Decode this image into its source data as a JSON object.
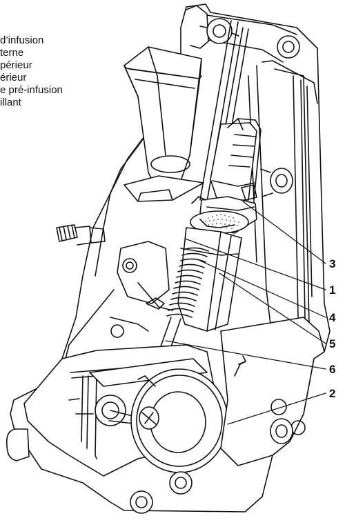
{
  "legend": [
    {
      "text": "d’infusion"
    },
    {
      "text": "terne"
    },
    {
      "text": "périeur"
    },
    {
      "text": "érieur"
    },
    {
      "text": "e pré-infusion"
    },
    {
      "text": "illant"
    }
  ],
  "callouts": [
    {
      "label": "3"
    },
    {
      "label": "1"
    },
    {
      "label": "4"
    },
    {
      "label": "5"
    },
    {
      "label": "6"
    },
    {
      "label": "2"
    }
  ]
}
